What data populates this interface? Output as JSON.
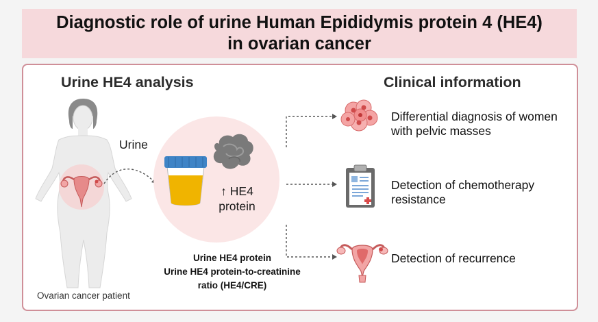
{
  "title": "Diagnostic role of urine Human Epididymis protein 4 (HE4) in ovarian cancer",
  "left_header": "Urine HE4 analysis",
  "right_header": "Clinical information",
  "urine_label": "Urine",
  "he4_line1": "↑ HE4",
  "he4_line2": "protein",
  "patient_caption": "Ovarian cancer patient",
  "measures": [
    "Urine HE4 protein",
    "Urine HE4 protein-to-creatinine",
    "ratio (HE4/CRE)"
  ],
  "clinical_items": [
    {
      "line1": "Differential diagnosis of women",
      "line2": "with pelvic masses",
      "icon": "tumor-cells-icon"
    },
    {
      "line1": "Detection of chemotherapy",
      "line2": "resistance",
      "icon": "clipboard-report-icon"
    },
    {
      "line1": "Detection of recurrence",
      "line2": "",
      "icon": "uterus-icon"
    }
  ],
  "colors": {
    "title_bg": "#f6d9dc",
    "panel_border": "#cf8f98",
    "urine": "#f0b400",
    "cup_lid": "#3f84c6",
    "halo": "#fbe6e6"
  }
}
